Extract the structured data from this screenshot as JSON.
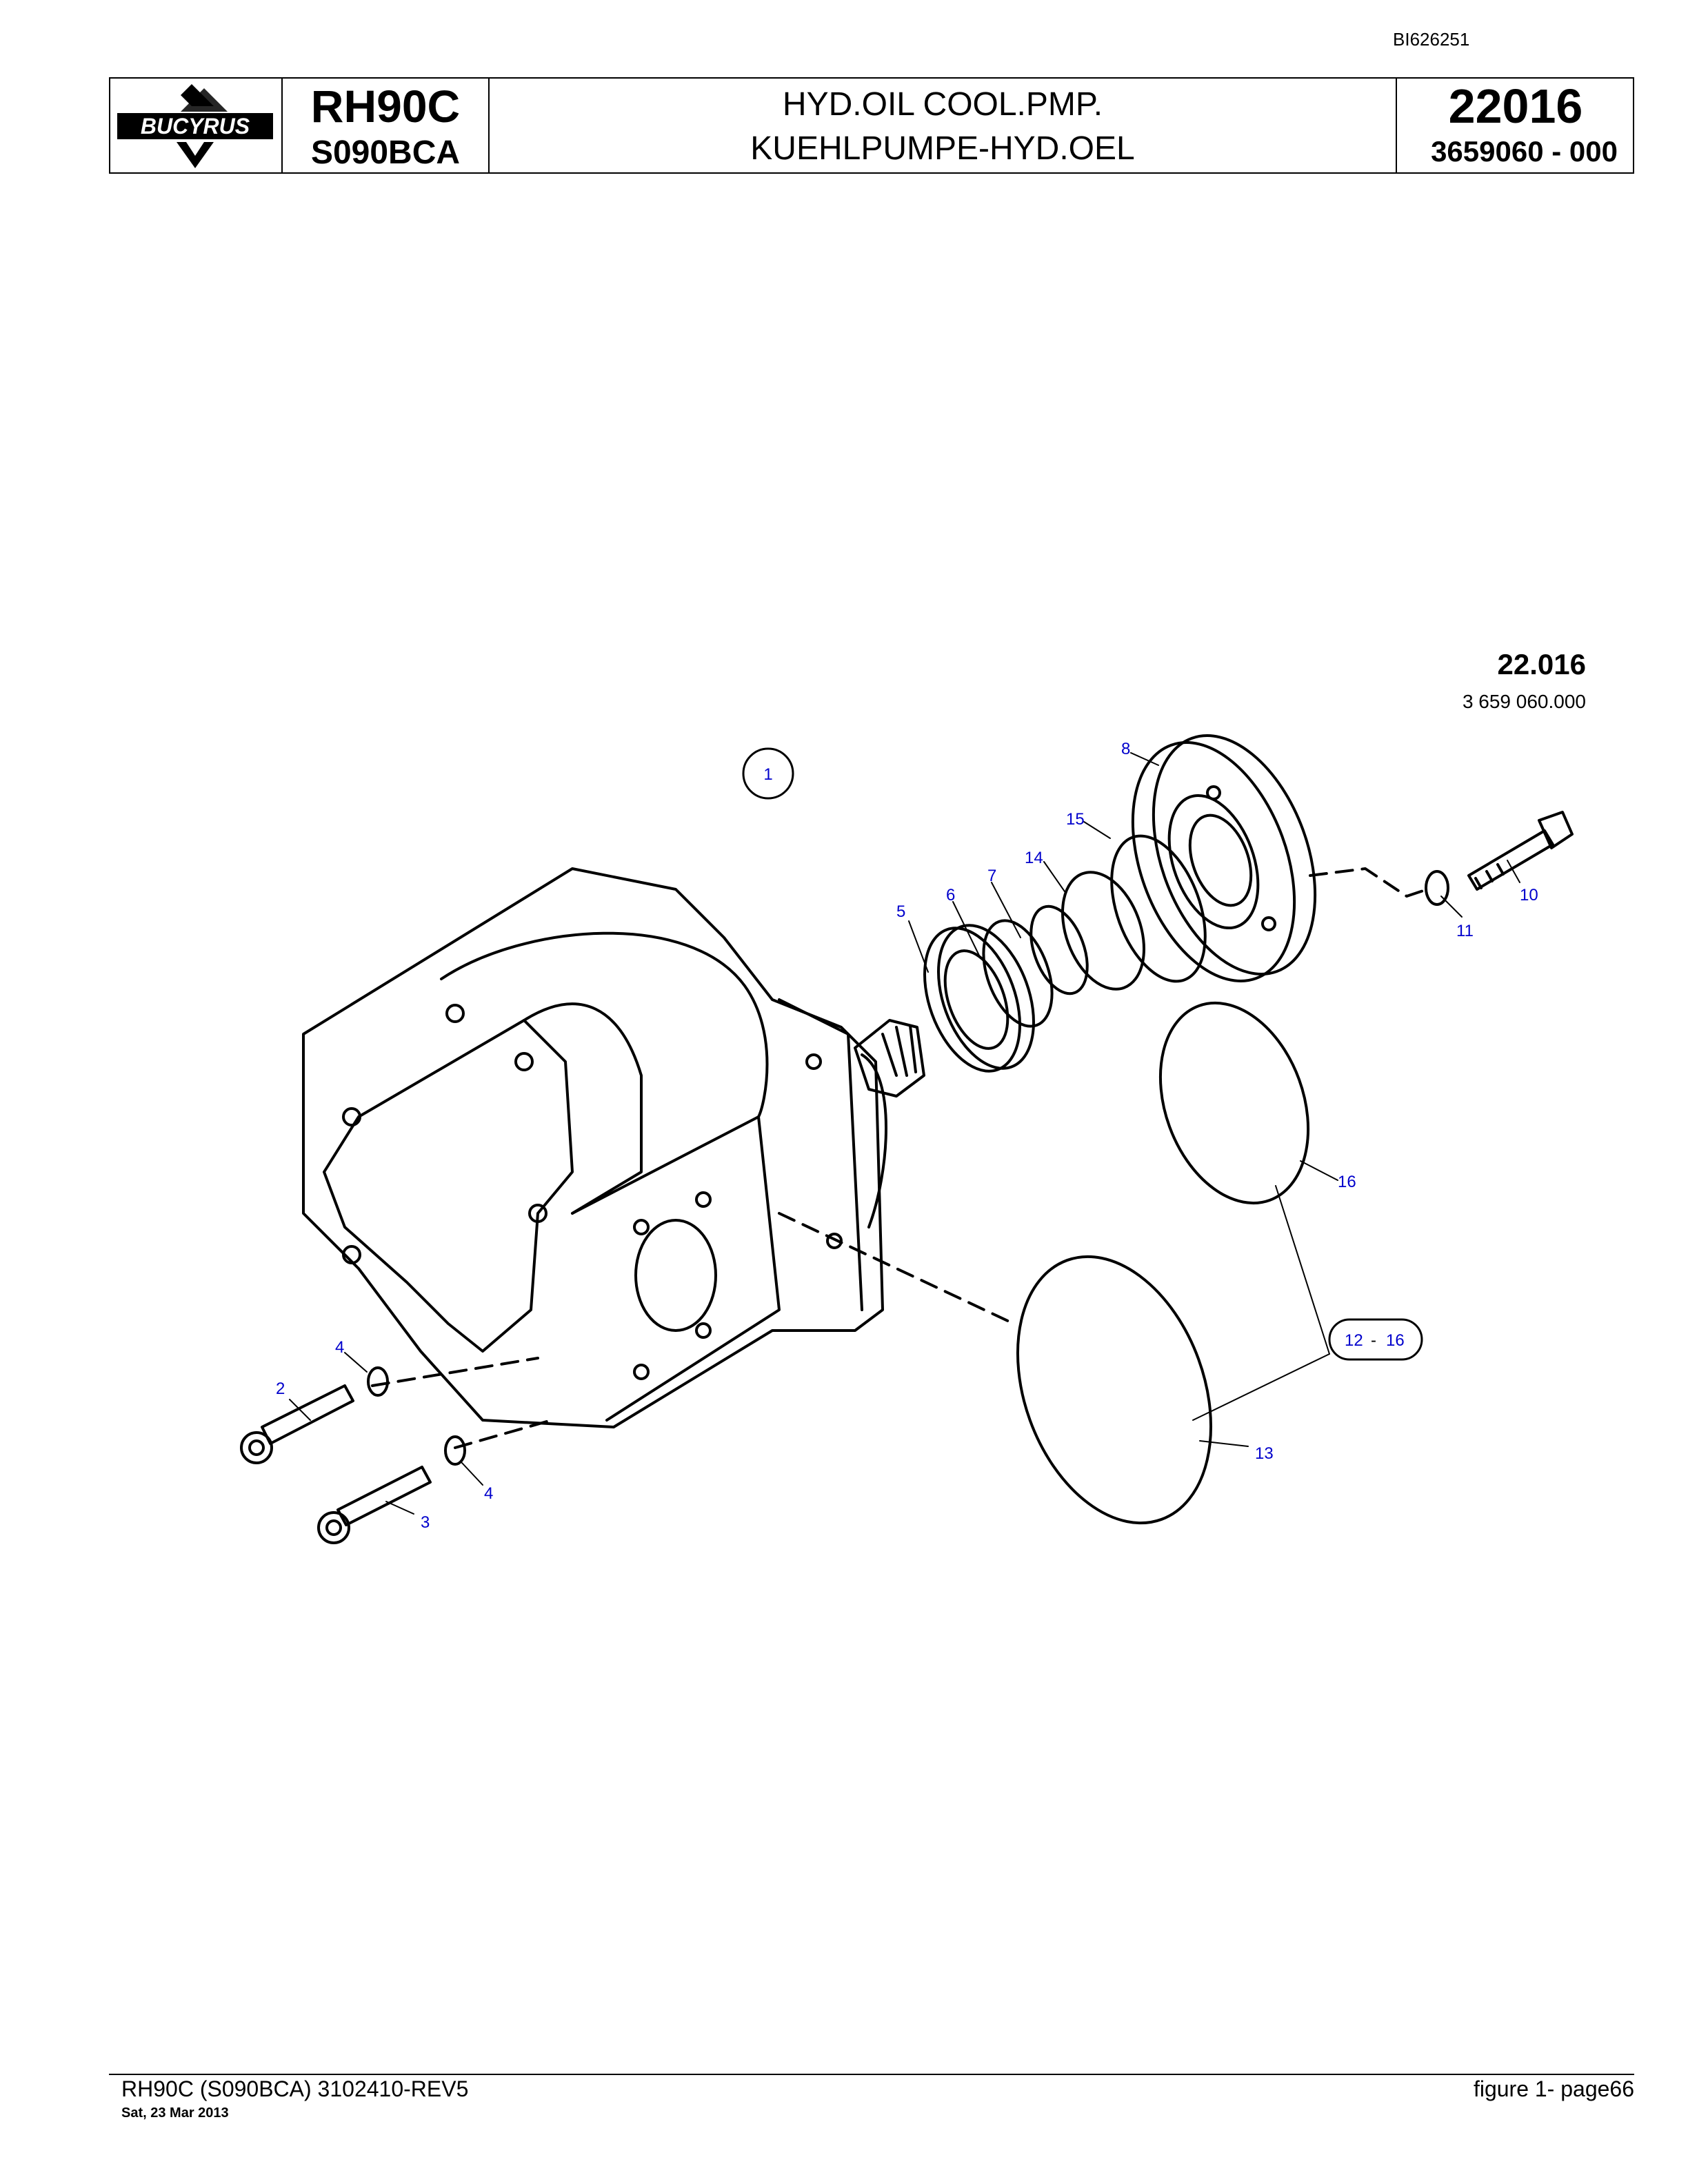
{
  "doc_id": "BI626251",
  "header": {
    "logo_text": "BUCYRUS",
    "model": "RH90C",
    "serial": "S090BCA",
    "title_en": "HYD.OIL COOL.PMP.",
    "title_de": "KUEHLPUMPE-HYD.OEL",
    "group_no": "22016",
    "part_no": "3659060  - 000"
  },
  "figure": {
    "number": "22.016",
    "part": "3 659 060.000",
    "callouts": [
      "1",
      "2",
      "3",
      "4",
      "4",
      "5",
      "6",
      "7",
      "8",
      "10",
      "11",
      "13",
      "14",
      "15",
      "16"
    ],
    "range_callout": {
      "from": "12",
      "sep": "-",
      "to": "16"
    }
  },
  "footer": {
    "left": "RH90C (S090BCA) 3102410-REV5",
    "date": "Sat, 23 Mar 2013",
    "right": "figure  1- page66"
  },
  "colors": {
    "callout": "#0000cc",
    "line": "#000000"
  }
}
